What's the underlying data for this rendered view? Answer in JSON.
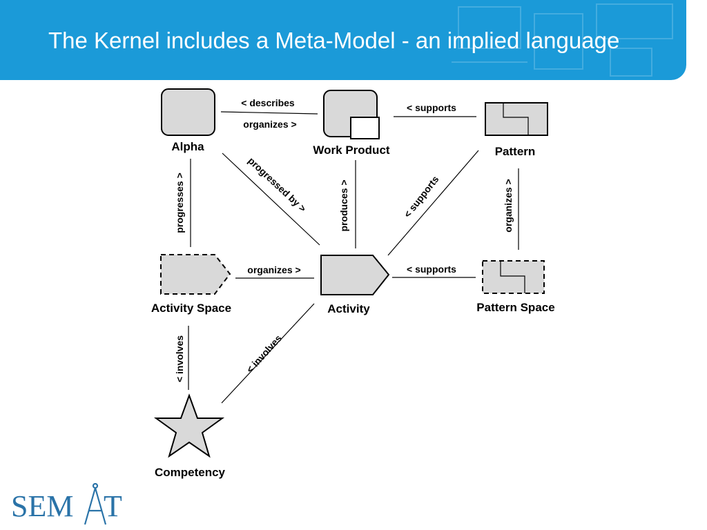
{
  "slide": {
    "title": "The Kernel includes a Meta-Model - an implied language"
  },
  "nodes": {
    "alpha": "Alpha",
    "work_product": "Work Product",
    "pattern": "Pattern",
    "activity_space": "Activity Space",
    "activity": "Activity",
    "pattern_space": "Pattern Space",
    "competency": "Competency"
  },
  "relations": {
    "describes": "< describes",
    "organizes_wp": "organizes >",
    "supports_pattern": "< supports",
    "progresses": "progresses >",
    "progressed_by": "progressed by >",
    "produces": "produces >",
    "supports_diag": "< supports",
    "organizes_pattern": "organizes >",
    "organizes_activity": "organizes >",
    "supports_ps": "< supports",
    "involves_vert": "< involves",
    "involves_diag": "< involves"
  },
  "logo": {
    "text_left": "SEM",
    "text_right": "T"
  },
  "colors": {
    "banner": "#1b9ad8",
    "shape_fill": "#d9d9d9",
    "logo": "#2a73a8"
  }
}
